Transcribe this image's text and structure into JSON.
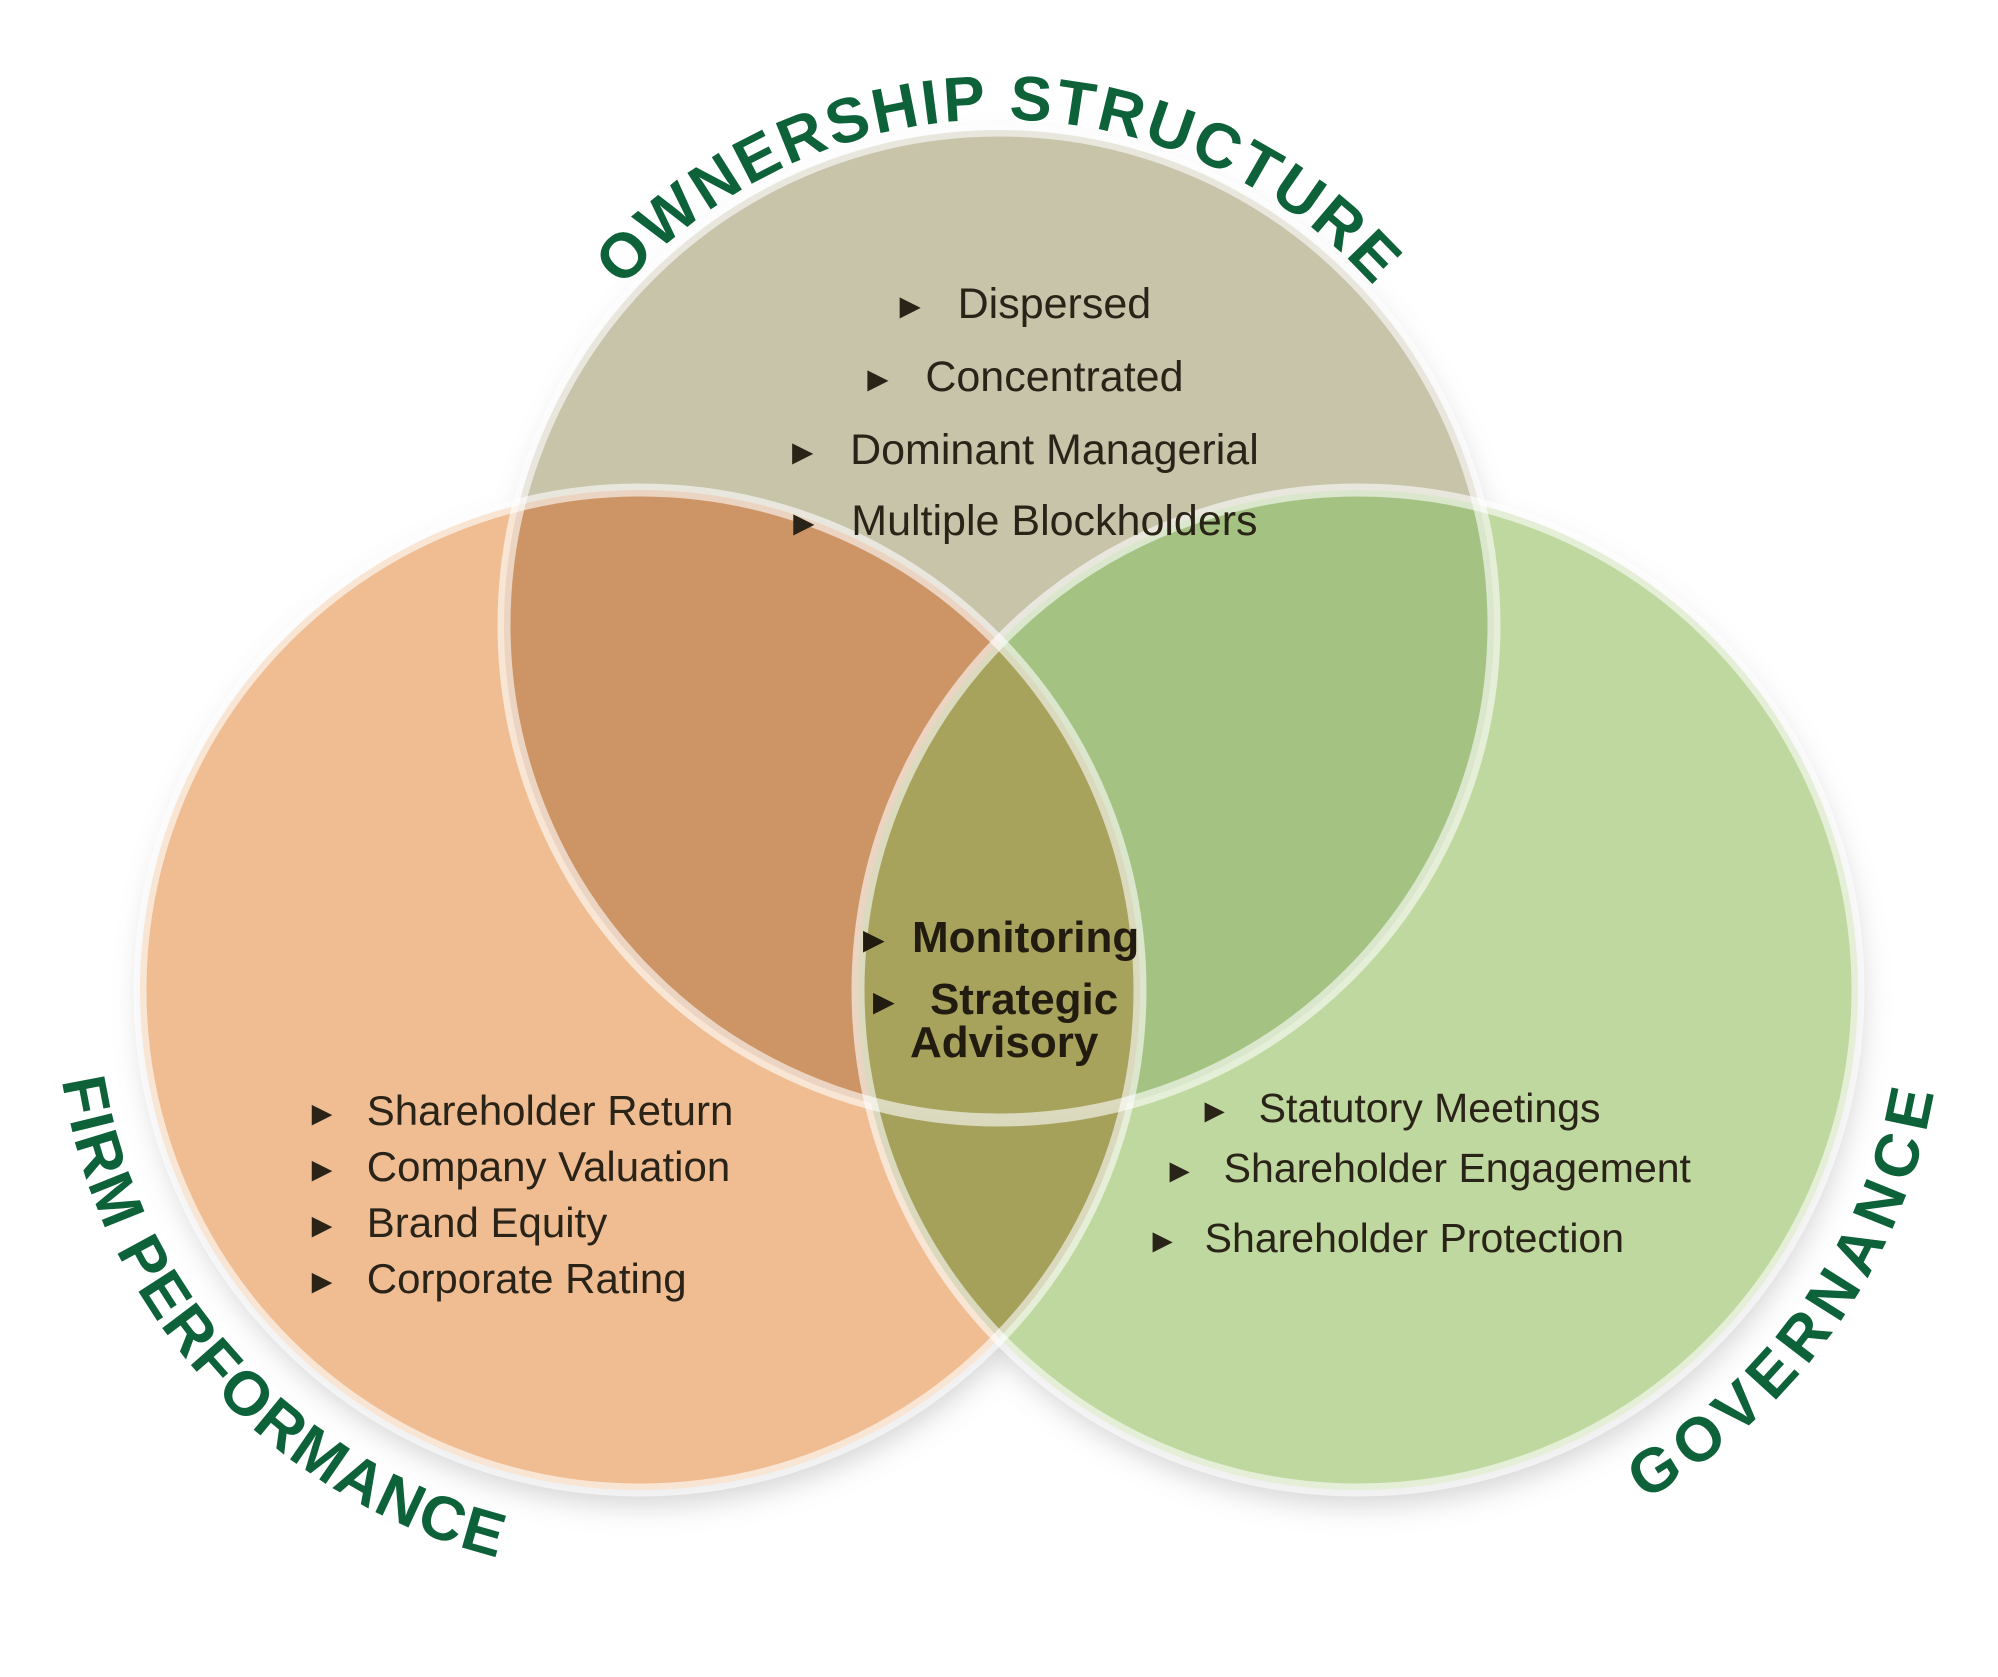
{
  "diagram": {
    "bullet": "►",
    "colors": {
      "background": "#ffffff",
      "title_green": "#0d623a",
      "item_text": "#2a2318",
      "center_text": "#211b10",
      "rim": "#ffffff",
      "shadow": "#8f8f8f",
      "ownership_fill": "#c7c4aa",
      "firm_fill": "#f0bd93",
      "governance_fill": "#bed89f",
      "ownership_firm_overlap": "#cd9465",
      "ownership_governance_overlap": "#a4c383",
      "firm_governance_overlap": "#a5a15b",
      "center_overlap": "#a8a35c"
    },
    "ownership": {
      "title": "OWNERSHIP STRUCTURE",
      "items": [
        "Dispersed",
        "Concentrated",
        "Dominant Managerial",
        "Multiple Blockholders"
      ]
    },
    "firm": {
      "title": "FIRM PERFORMANCE",
      "items": [
        "Shareholder Return",
        "Company Valuation",
        "Brand Equity",
        "Corporate Rating"
      ]
    },
    "governance": {
      "title": "GOVERNANCE",
      "items": [
        "Statutory Meetings",
        "Shareholder Engagement",
        "Shareholder Protection"
      ]
    },
    "center": {
      "line1": "Monitoring",
      "line2": "Strategic",
      "line3": "Advisory"
    }
  }
}
